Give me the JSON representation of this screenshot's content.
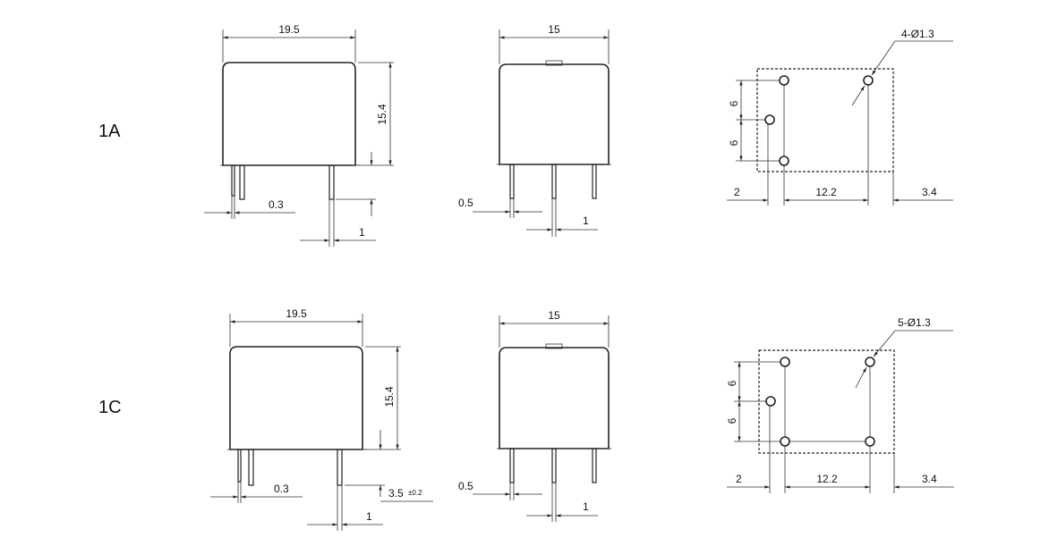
{
  "rows": [
    {
      "label": "1A",
      "front": {
        "width": "19.5",
        "height": "15.4",
        "pin_thickness": "0.3",
        "pin_width": "1"
      },
      "side": {
        "width": "15",
        "pin_offset": "0.5",
        "pin_width": "1"
      },
      "footprint": {
        "holes": "4-Ø1.3",
        "v1": "6",
        "v2": "6",
        "left": "2",
        "span": "12.2",
        "right": "3.4"
      }
    },
    {
      "label": "1C",
      "front": {
        "width": "19.5",
        "height": "15.4",
        "pin_thickness": "0.3",
        "pin_width": "1",
        "pin_length": "3.5",
        "pin_length_tol": "±0.2"
      },
      "side": {
        "width": "15",
        "pin_offset": "0.5",
        "pin_width": "1"
      },
      "footprint": {
        "holes": "5-Ø1.3",
        "v1": "6",
        "v2": "6",
        "left": "2",
        "span": "12.2",
        "right": "3.4"
      }
    }
  ]
}
